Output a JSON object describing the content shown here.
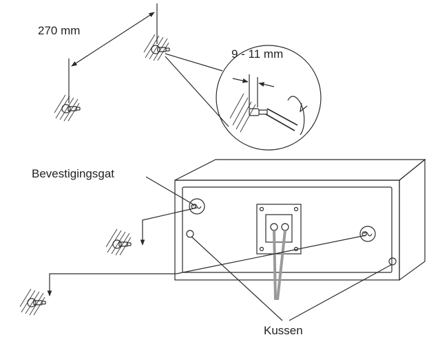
{
  "labels": {
    "distance": "270 mm",
    "screw_depth": "9 - 11 mm",
    "mounting_hole": "Bevestigingsgat",
    "cushion": "Kussen"
  },
  "colors": {
    "line": "#2a2a2a",
    "cable": "#9a9a9a",
    "background": "#ffffff"
  }
}
